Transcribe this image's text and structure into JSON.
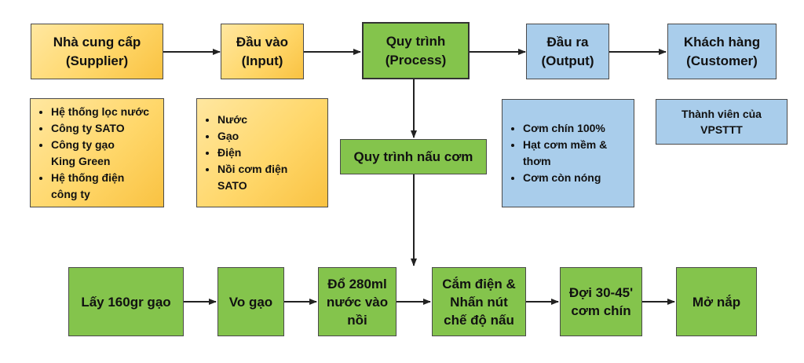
{
  "top_row": {
    "supplier": "Nhà cung cấp\n(Supplier)",
    "input": "Đầu vào\n(Input)",
    "process": "Quy trình\n(Process)",
    "output": "Đầu ra\n(Output)",
    "customer": "Khách hàng\n(Customer)"
  },
  "supplier_list": [
    "Hệ thống lọc nước",
    "Công ty SATO",
    "Công ty gạo\nKing Green",
    "Hệ thống điện\ncông ty"
  ],
  "input_list": [
    "Nước",
    "Gạo",
    "Điện",
    "Nồi cơm điện\nSATO"
  ],
  "process_name": "Quy trình nấu cơm",
  "output_list": [
    "Cơm chín 100%",
    "Hạt cơm mềm &\nthơm",
    "Cơm còn nóng"
  ],
  "customer_note": "Thành viên của\nVPSTTT",
  "steps": [
    "Lấy 160gr gạo",
    "Vo gạo",
    "Đổ 280ml\nnước vào\nnồi",
    "Cắm điện &\nNhấn nút\nchế độ nấu",
    "Đợi 30-45'\ncơm chín",
    "Mở nắp"
  ],
  "colors": {
    "yellow": "#ffd76a",
    "blue": "#a9cdeb",
    "green": "#84c44c",
    "arrow": "#222222"
  }
}
